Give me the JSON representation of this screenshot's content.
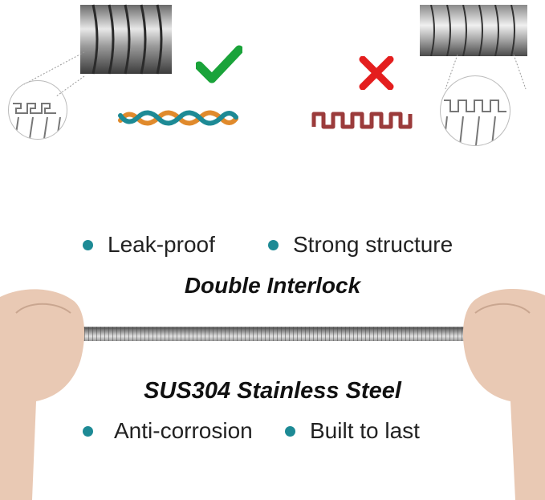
{
  "comparison": {
    "good_mark": "check-mark",
    "bad_mark": "x-mark",
    "good_color": "#1aa33a",
    "bad_color": "#e41e1e"
  },
  "features_top": [
    {
      "label": "Leak-proof"
    },
    {
      "label": "Strong structure"
    }
  ],
  "heading_top": "Double Interlock",
  "heading_bottom": "SUS304 Stainless Steel",
  "features_bottom": [
    {
      "label": "Anti-corrosion"
    },
    {
      "label": "Built to last"
    }
  ],
  "colors": {
    "bullet": "#1d8a95",
    "interlock_orange": "#e08a2c",
    "interlock_teal": "#1d8a95",
    "profile_red": "#9b3b3b"
  }
}
